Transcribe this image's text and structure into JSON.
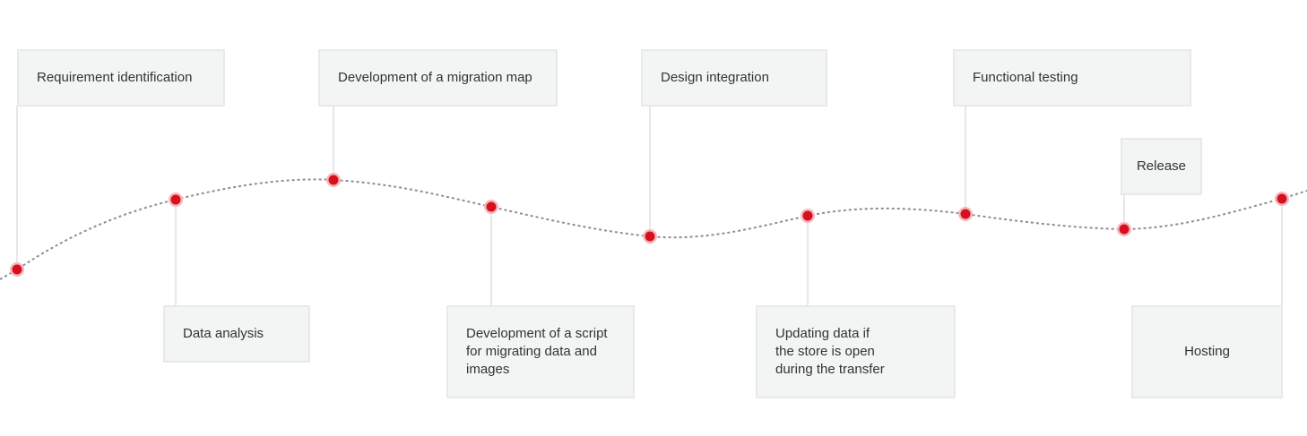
{
  "steps": [
    {
      "label": "Requirement identification"
    },
    {
      "label": "Data analysis"
    },
    {
      "label": "Development of a migration map"
    },
    {
      "label": "Development of a script \nfor migrating data and\nimages"
    },
    {
      "label": "Design integration"
    },
    {
      "label": "Updating data if\nthe store is open\nduring the transfer"
    },
    {
      "label": "Functional testing"
    },
    {
      "label": "Release"
    },
    {
      "label": "Hosting"
    }
  ],
  "colors": {
    "accent": "#d7101f",
    "curve": "#8f8c9c",
    "box_bg": "#f3f4f4",
    "box_border": "#e8e9e9",
    "connector": "#e6e7e7"
  }
}
